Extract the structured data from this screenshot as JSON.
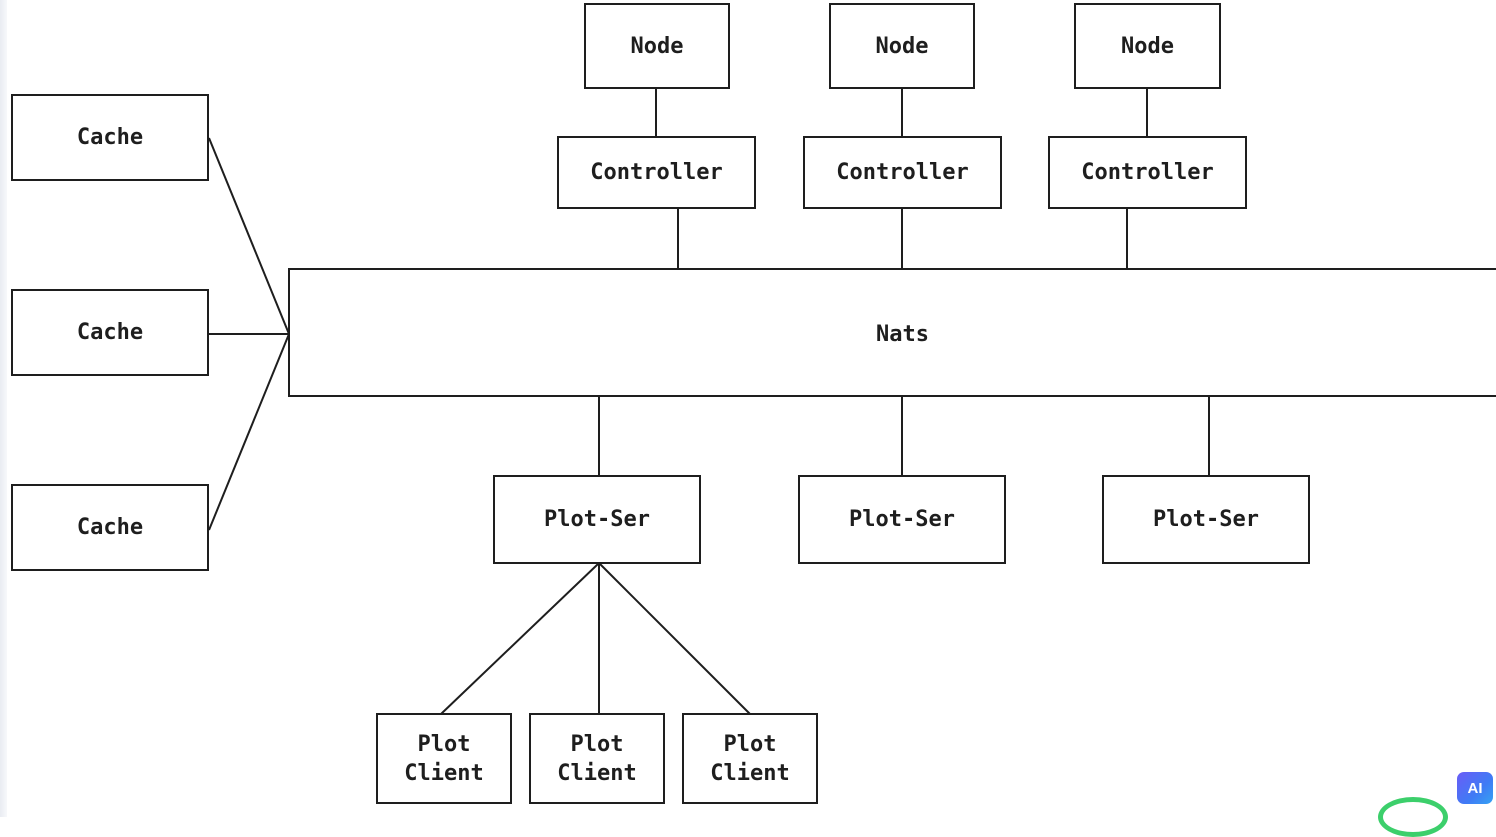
{
  "diagram": {
    "bus": {
      "label": "Nats"
    },
    "nodes": [
      "Node",
      "Node",
      "Node"
    ],
    "controllers": [
      "Controller",
      "Controller",
      "Controller"
    ],
    "caches": [
      "Cache",
      "Cache",
      "Cache"
    ],
    "plot_servers": [
      "Plot-Ser",
      "Plot-Ser",
      "Plot-Ser"
    ],
    "plot_clients": [
      "Plot\nClient",
      "Plot\nClient",
      "Plot\nClient"
    ]
  },
  "colors": {
    "line": "#1e1e1e",
    "box_fill": "#ffffff",
    "badge": "#4f6ef7",
    "green": "#3ccf6b"
  },
  "ui": {
    "ai_badge": "AI"
  }
}
